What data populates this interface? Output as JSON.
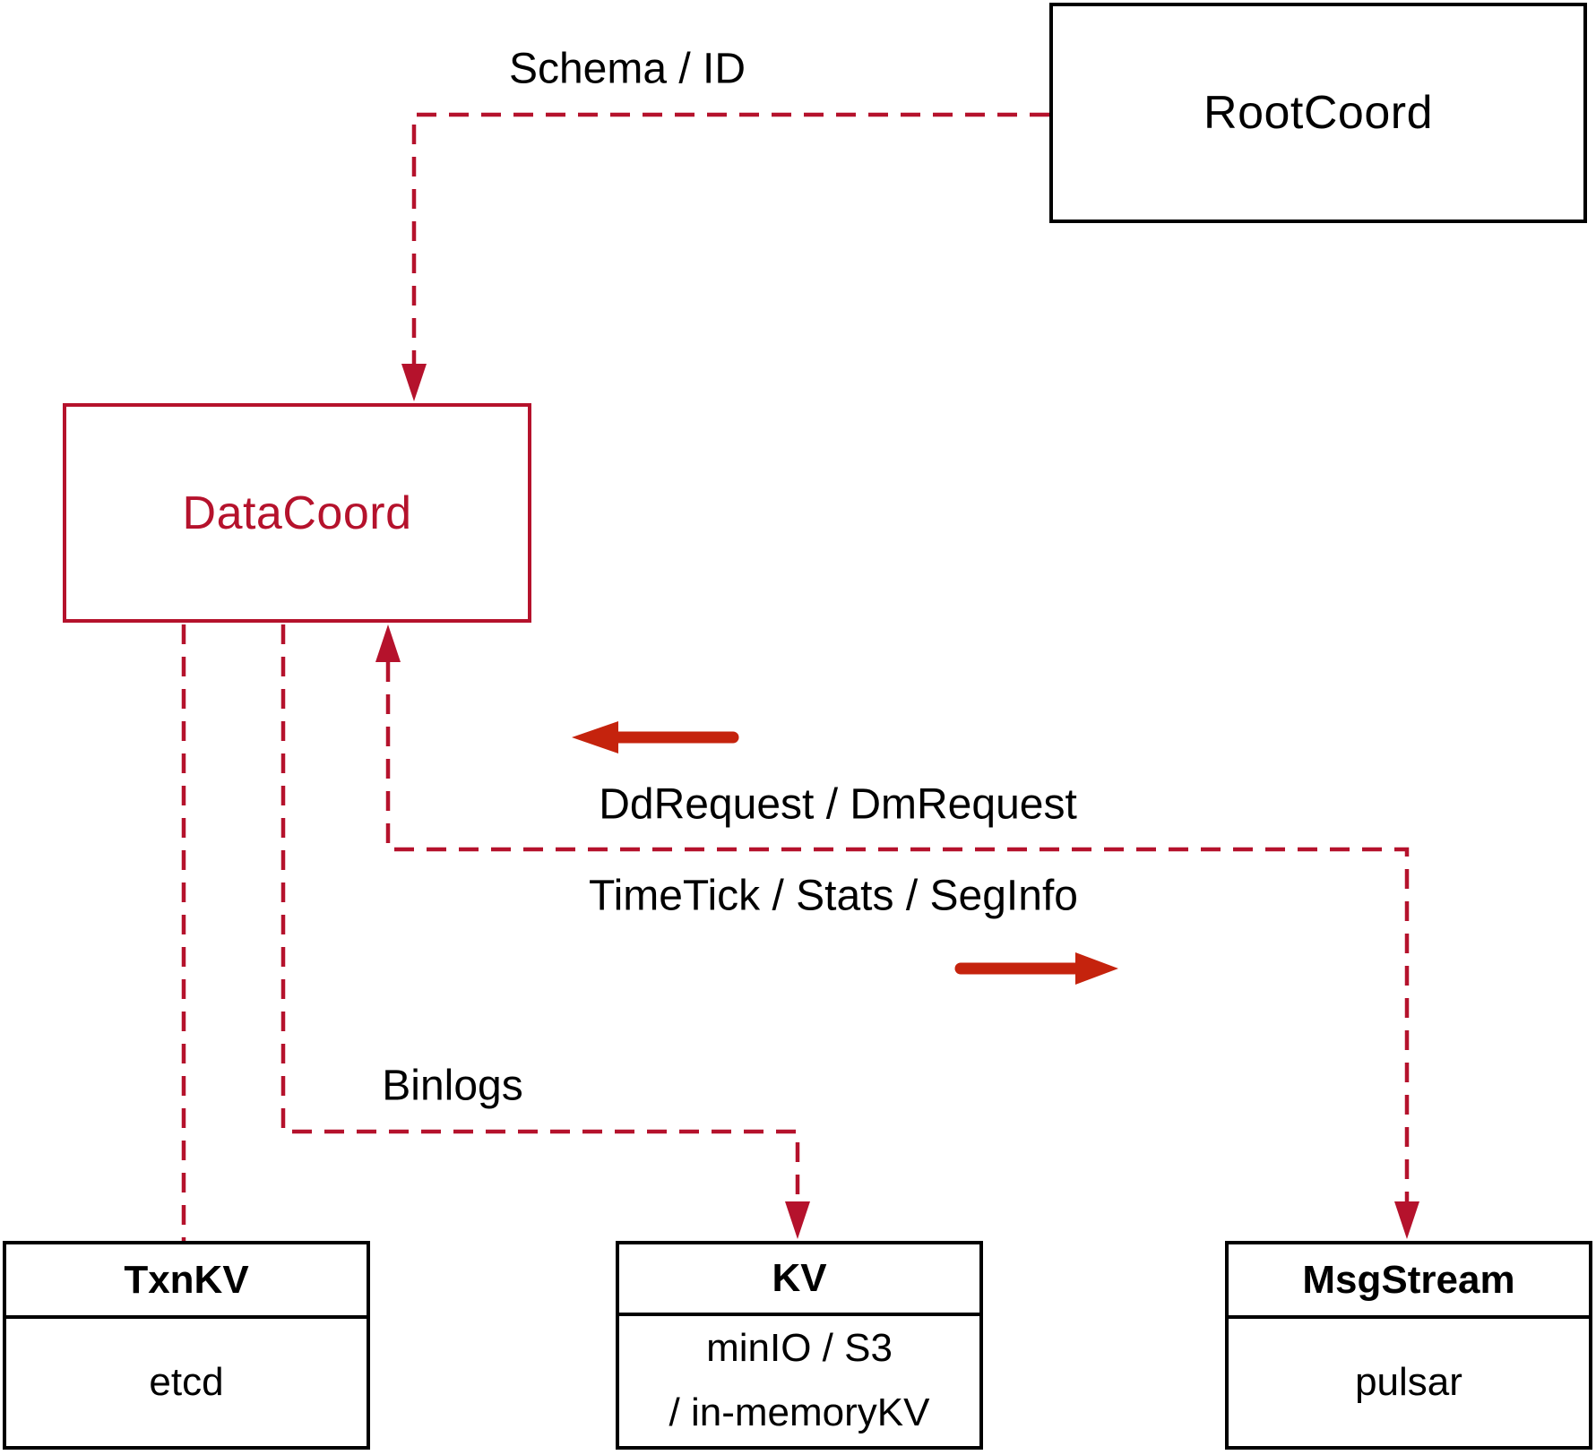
{
  "diagram": {
    "boxes": {
      "rootcoord": {
        "label": "RootCoord"
      },
      "datacoord": {
        "label": "DataCoord"
      },
      "txnkv": {
        "title": "TxnKV",
        "body": "etcd"
      },
      "kv": {
        "title": "KV",
        "body_line1": "minIO / S3",
        "body_line2": "/ in-memoryKV"
      },
      "msgstream": {
        "title": "MsgStream",
        "body": "pulsar"
      }
    },
    "edge_labels": {
      "schema_id": "Schema / ID",
      "dd_dm_request": "DdRequest / DmRequest",
      "timetick_stats_seginfo": "TimeTick / Stats / SegInfo",
      "binlogs": "Binlogs"
    },
    "colors": {
      "line_red": "#b5122c",
      "arrow_red": "#c5230d",
      "box_black": "#000000"
    }
  }
}
